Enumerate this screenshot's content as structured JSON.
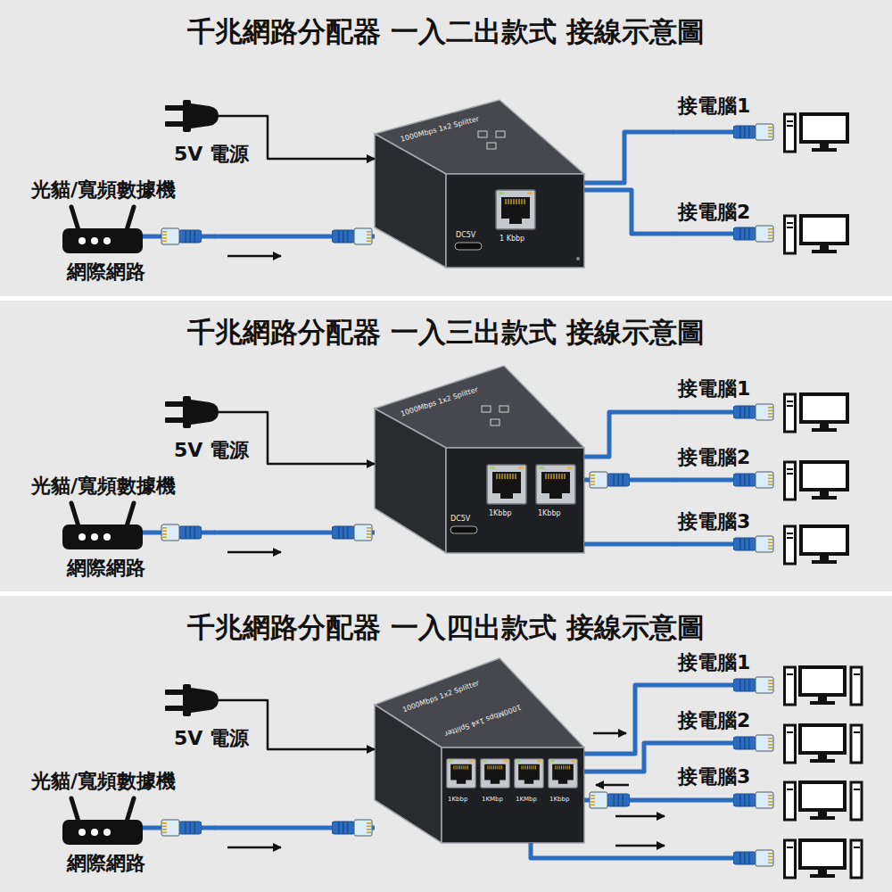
{
  "diagram": {
    "nodes": [
      {
        "text": [
          "千兆網路分配器 一入二出款式 接線示意圖"
        ]
      },
      {
        "text": [
          "5V 電源"
        ],
        "in": 0
      },
      {
        "text": [
          "光貓/寬頻數據機",
          "網際網路"
        ],
        "in": 0
      },
      {
        "text": [
          "1000Mbps 1x2 Splitter",
          "DC5V",
          "1 Kbbp"
        ],
        "in": 0
      },
      {
        "text": [
          "接電腦1"
        ],
        "in": 0
      },
      {
        "text": [
          "接電腦2"
        ],
        "in": 0
      },
      {
        "text": [
          "千兆網路分配器 一入三出款式 接線示意圖"
        ]
      },
      {
        "text": [
          "5V 電源"
        ],
        "in": 6
      },
      {
        "text": [
          "光貓/寬頻數據機",
          "網際網路"
        ],
        "in": 6
      },
      {
        "text": [
          "1000Mbps 1x2 Splitter",
          "DC5V",
          "1Kbbp",
          "1Kbbp"
        ],
        "in": 6
      },
      {
        "text": [
          "接電腦1"
        ],
        "in": 6
      },
      {
        "text": [
          "接電腦2"
        ],
        "in": 6
      },
      {
        "text": [
          "接電腦3"
        ],
        "in": 6
      },
      {
        "text": [
          "千兆網路分配器 一入四出款式 接線示意圖"
        ]
      },
      {
        "text": [
          "5V 電源"
        ],
        "in": 13
      },
      {
        "text": [
          "光貓/寬頻數據機",
          "網際網路"
        ],
        "in": 13
      },
      {
        "text": [
          "1000Mbps 1x2 Splitter",
          "1000Mbps 1x4 Splitter",
          "1Kbbp",
          "1KMbp",
          "1KMbp",
          "1Kbbp"
        ],
        "in": 13
      },
      {
        "text": [
          "接電腦1"
        ],
        "in": 13
      },
      {
        "text": [
          "接電腦2"
        ],
        "in": 13
      },
      {
        "text": [
          "接電腦3"
        ],
        "in": 13
      }
    ],
    "edges": [
      {
        "from": 1,
        "to": 3,
        "arrow": "to"
      },
      {
        "from": 2,
        "to": 3,
        "arrow": "none"
      },
      {
        "from": 3,
        "to": 4,
        "arrow": "none"
      },
      {
        "from": 3,
        "to": 5,
        "arrow": "none"
      },
      {
        "from": 7,
        "to": 9,
        "arrow": "to"
      },
      {
        "from": 8,
        "to": 9,
        "arrow": "none"
      },
      {
        "from": 9,
        "to": 10,
        "arrow": "none"
      },
      {
        "from": 9,
        "to": 11,
        "arrow": "none"
      },
      {
        "from": 9,
        "to": 12,
        "arrow": "none"
      },
      {
        "from": 14,
        "to": 16,
        "arrow": "to"
      },
      {
        "from": 15,
        "to": 16,
        "arrow": "none"
      },
      {
        "from": 16,
        "to": 17,
        "arrow": "none"
      },
      {
        "from": 16,
        "to": 18,
        "arrow": "none"
      },
      {
        "from": 16,
        "to": 19,
        "arrow": "none"
      }
    ]
  }
}
